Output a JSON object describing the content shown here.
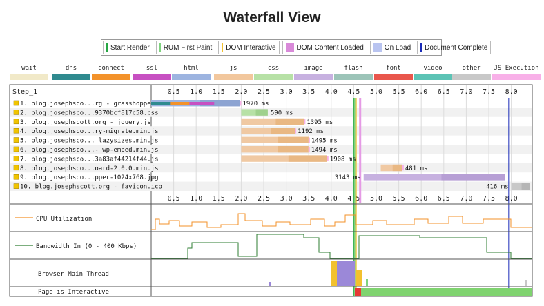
{
  "title": "Waterfall View",
  "legend": [
    {
      "label": "Start Render",
      "color": "#28a745",
      "kind": "line"
    },
    {
      "label": "RUM First Paint",
      "color": "#7ed37e",
      "kind": "line"
    },
    {
      "label": "DOM Interactive",
      "color": "#f2c12e",
      "kind": "line"
    },
    {
      "label": "DOM Content Loaded",
      "color": "#d98ad9",
      "kind": "box"
    },
    {
      "label": "On Load",
      "color": "#b9c4f0",
      "kind": "box"
    },
    {
      "label": "Document Complete",
      "color": "#1a2bb8",
      "kind": "line"
    }
  ],
  "key": [
    {
      "label": "wait",
      "color": "#f1e9c8"
    },
    {
      "label": "dns",
      "color": "#2f8a8f"
    },
    {
      "label": "connect",
      "color": "#f3922a"
    },
    {
      "label": "ssl",
      "color": "#c750c2"
    },
    {
      "label": "html",
      "color": "#9db4e0"
    },
    {
      "label": "js",
      "color": "#f2c79d"
    },
    {
      "label": "css",
      "color": "#b7e1a6"
    },
    {
      "label": "image",
      "color": "#c7b1e0"
    },
    {
      "label": "flash",
      "color": "#9cc4b8"
    },
    {
      "label": "font",
      "color": "#e9564c"
    },
    {
      "label": "video",
      "color": "#5cc3b5"
    },
    {
      "label": "other",
      "color": "#c8c8c8"
    },
    {
      "label": "JS Execution",
      "color": "#f8b0e8"
    }
  ],
  "step_label": "Step_1",
  "ticks": [
    "0.5",
    "1.0",
    "1.5",
    "2.0",
    "2.5",
    "3.0",
    "3.5",
    "4.0",
    "4.5",
    "5.0",
    "5.5",
    "6.0",
    "6.5",
    "7.0",
    "7.5",
    "8.0"
  ],
  "requests": [
    {
      "label": "1. blog.josephsco...rg - grasshopper/",
      "start": 0.0,
      "end": 1.97,
      "time": "1970 ms",
      "type": "html",
      "phases": [
        [
          0.0,
          0.42,
          "#2f8a8f"
        ],
        [
          0.42,
          0.85,
          "#f3922a"
        ],
        [
          0.85,
          1.4,
          "#c750c2"
        ]
      ]
    },
    {
      "label": "2. blog.josephsco...9370bcf817c58.css",
      "start": 2.0,
      "end": 2.59,
      "time": "590 ms",
      "type": "css",
      "phases": []
    },
    {
      "label": "3. blog.josephscott.org - jquery.js",
      "start": 2.0,
      "end": 3.395,
      "time": "1395 ms",
      "type": "js",
      "phases": []
    },
    {
      "label": "4. blog.josephsco...ry-migrate.min.js",
      "start": 2.0,
      "end": 3.192,
      "time": "1192 ms",
      "type": "js",
      "phases": []
    },
    {
      "label": "5. blog.josephsco... lazysizes.min.js",
      "start": 2.0,
      "end": 3.495,
      "time": "1495 ms",
      "type": "js",
      "phases": []
    },
    {
      "label": "6. blog.josephsco...- wp-embed.min.js",
      "start": 2.0,
      "end": 3.494,
      "time": "1494 ms",
      "type": "js",
      "phases": []
    },
    {
      "label": "7. blog.josephsco...3a83af44214f44.js",
      "start": 2.0,
      "end": 3.908,
      "time": "1908 ms",
      "type": "js",
      "phases": []
    },
    {
      "label": "8. blog.josephsco...oard-2.0.0.min.js",
      "start": 5.1,
      "end": 5.581,
      "time": "481 ms",
      "type": "js",
      "phases": []
    },
    {
      "label": "9. blog.josephsco...pper-1024x768.jpg",
      "start": 4.72,
      "end": 7.863,
      "time": "3143 ms",
      "type": "image",
      "phases": []
    },
    {
      "label": "10. blog.josephscott.org - favicon.ico",
      "start": 8.0,
      "end": 8.416,
      "time": "416 ms",
      "type": "other",
      "phases": []
    }
  ],
  "markers": {
    "start_render": 4.5,
    "rum_first_paint": 4.52,
    "dom_interactive": 4.55,
    "dom_content_loaded": 4.62,
    "on_load": 4.68,
    "document_complete": 7.95
  },
  "metrics": {
    "cpu": "CPU Utilization",
    "bandwidth": "Bandwidth In (0 - 400 Kbps)",
    "main_thread": "Browser Main Thread",
    "interactive": "Page is Interactive"
  }
}
